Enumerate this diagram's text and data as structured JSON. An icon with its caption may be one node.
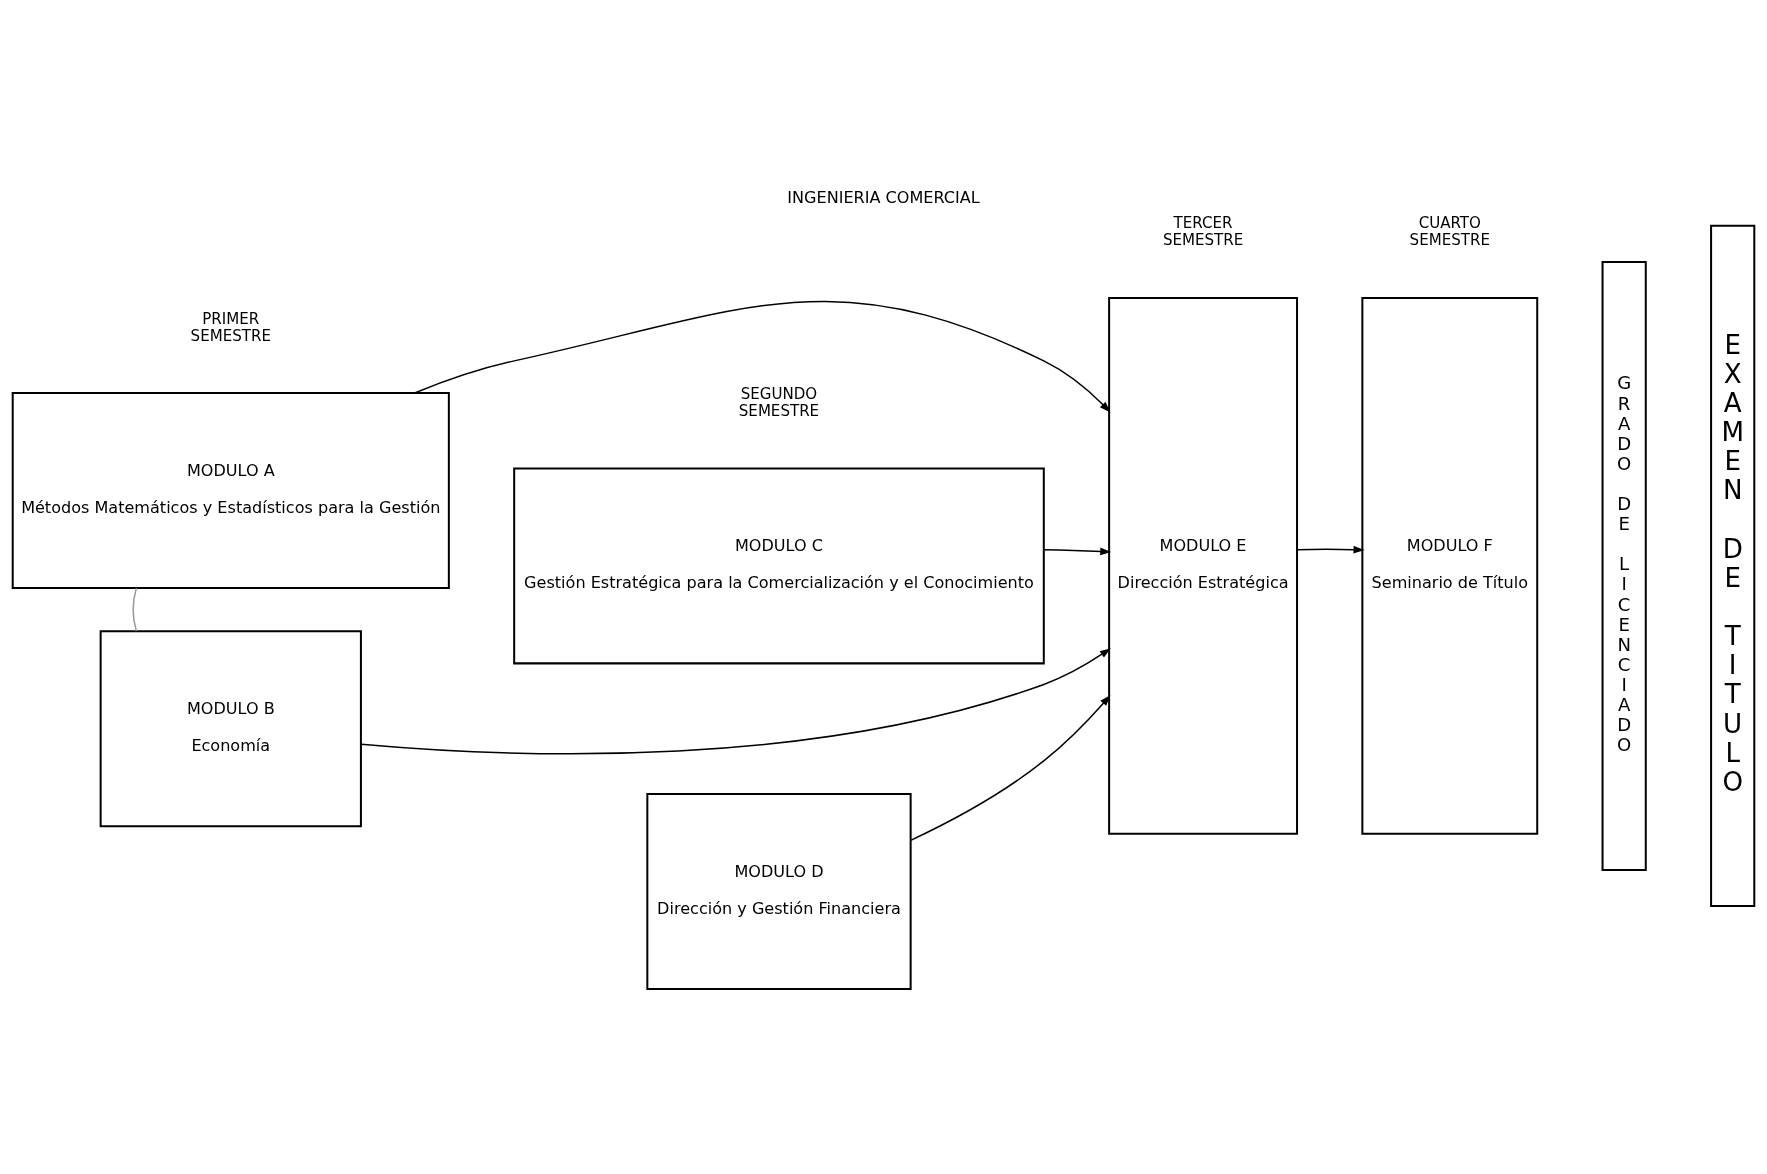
{
  "diagram": {
    "title": "INGENIERIA COMERCIAL",
    "nodes": [
      {
        "text": [
          "MODULO A",
          "Métodos Matemáticos y Estadísticos para la Gestión"
        ]
      },
      {
        "text": [
          "MODULO B",
          "Economía"
        ]
      },
      {
        "text": [
          "MODULO C",
          "Gestión Estratégica para la Comercialización y el Conocimiento"
        ]
      },
      {
        "text": [
          "MODULO D",
          "Dirección y Gestión Financiera"
        ]
      },
      {
        "text": [
          "MODULO E",
          "Dirección Estratégica"
        ]
      },
      {
        "text": [
          "MODULO F",
          "Seminario de Título"
        ]
      },
      {
        "text": [
          "GRADO DE LICENCIADO"
        ]
      },
      {
        "text": [
          "EXAMEN DE TITULO"
        ]
      }
    ],
    "edges": [
      {
        "from": 0,
        "to": 1,
        "arrow": "none",
        "color": "#999999"
      },
      {
        "from": 0,
        "to": 4,
        "arrow": "to"
      },
      {
        "from": 1,
        "to": 4,
        "arrow": "to"
      },
      {
        "from": 2,
        "to": 4,
        "arrow": "to"
      },
      {
        "from": 3,
        "to": 4,
        "arrow": "to"
      },
      {
        "from": 4,
        "to": 5,
        "arrow": "to"
      }
    ],
    "labels": [
      "PRIMER SEMESTRE",
      "SEGUNDO SEMESTRE",
      "TERCER SEMESTRE",
      "CUARTO SEMESTRE"
    ]
  }
}
